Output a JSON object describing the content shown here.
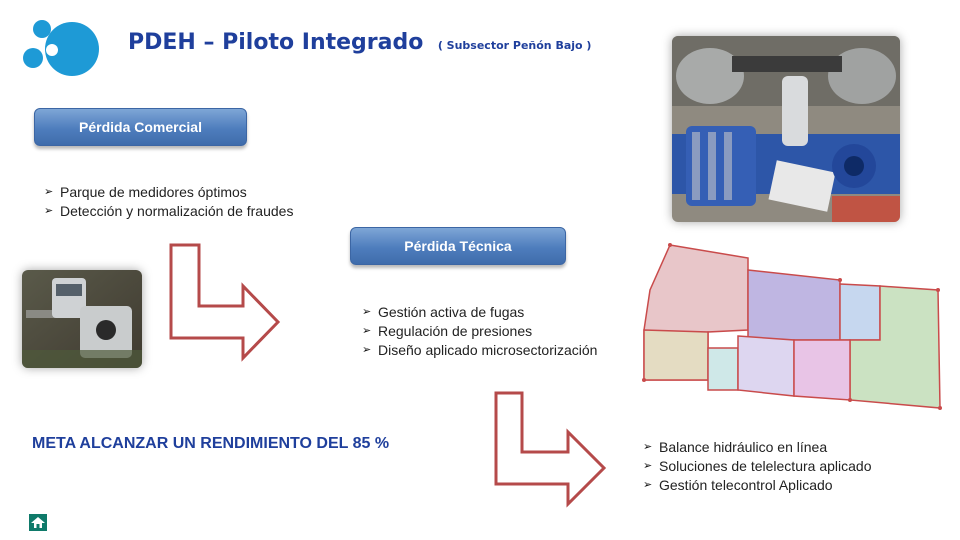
{
  "header": {
    "title": "PDEH – Piloto Integrado",
    "subtitle": "( Subsector Peñón Bajo )"
  },
  "sections": {
    "commercial": {
      "label": "Pérdida Comercial",
      "items": [
        "Parque de medidores óptimos",
        "Detección y normalización de fraudes"
      ]
    },
    "technical": {
      "label": "Pérdida Técnica",
      "items": [
        "Gestión activa de fugas",
        "Regulación de presiones",
        "Diseño aplicado microsectorización"
      ]
    },
    "monitoring": {
      "items": [
        "Balance hidráulico en línea",
        "Soluciones de telelectura aplicado",
        "Gestión telecontrol Aplicado"
      ]
    }
  },
  "goal": "META ALCANZAR UN RENDIMIENTO DEL 85 %",
  "icons": {
    "bullet": "arrowhead-bullet-icon",
    "flow": "elbow-arrow-icon",
    "logo": "bubbles-logo-icon",
    "footer": "house-logo-icon"
  },
  "colors": {
    "accent": "#1f3f9c",
    "pill": "#4e7dbd",
    "arrow": "#b54a4a"
  }
}
